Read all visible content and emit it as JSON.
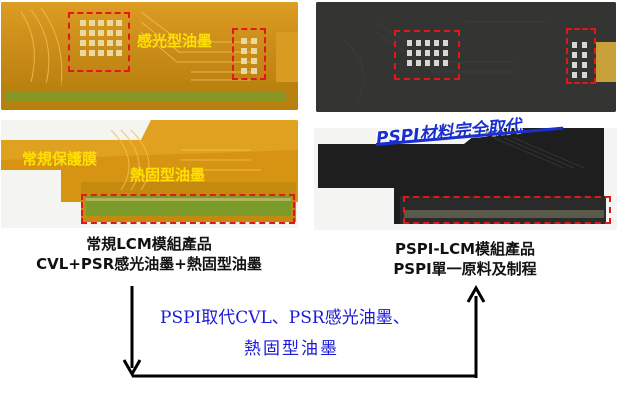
{
  "top_left_panel": {
    "label": "感光型油墨",
    "label_color": "#ffe000"
  },
  "bottom_left_panel": {
    "label_cover": "常規保護膜",
    "label_ink": "熱固型油墨",
    "label_color": "#ffe000"
  },
  "headline": {
    "text": "PSPI材料完全取代",
    "color": "#1a2fd0"
  },
  "captions": {
    "left_line1": "常規LCM模組產品",
    "left_line2": "CVL+PSR感光油墨+熱固型油墨",
    "right_line1": "PSPI-LCM模組產品",
    "right_line2": "PSPI單一原料及制程"
  },
  "flow": {
    "line1": "PSPI取代CVL、PSR感光油墨、",
    "line2": "熱固型油墨",
    "color": "#1a1ad8"
  },
  "colors": {
    "marker_red": "#e01818",
    "flex_orange": "#d8920e",
    "psp_black": "#1c1c1c"
  }
}
